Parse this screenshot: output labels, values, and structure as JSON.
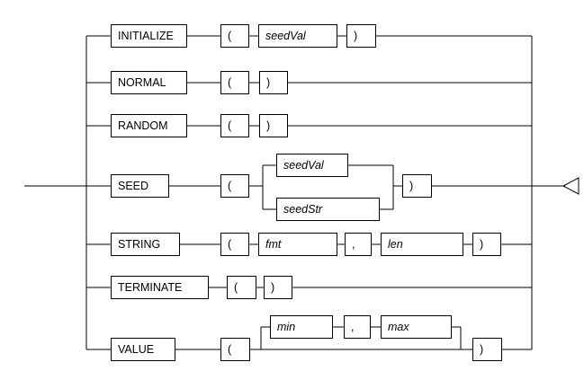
{
  "diagram": {
    "title": "random-function-syntax-railroad-diagram",
    "type": "railroad-syntax-diagram",
    "colors": {
      "line": "#000000",
      "box_border": "#000000",
      "background": "#ffffff",
      "text": "#000000"
    },
    "entry_arrow": "left-entry-line",
    "exit_arrow": "right-exit-arrowhead",
    "alternatives": [
      {
        "id": "initialize",
        "nodes": [
          {
            "label": "INITIALIZE",
            "kind": "terminal"
          },
          {
            "label": "(",
            "kind": "punct"
          },
          {
            "label": "seedVal",
            "kind": "nonterminal"
          },
          {
            "label": ")",
            "kind": "punct"
          }
        ]
      },
      {
        "id": "normal",
        "nodes": [
          {
            "label": "NORMAL",
            "kind": "terminal"
          },
          {
            "label": "(",
            "kind": "punct"
          },
          {
            "label": ")",
            "kind": "punct"
          }
        ]
      },
      {
        "id": "random",
        "nodes": [
          {
            "label": "RANDOM",
            "kind": "terminal"
          },
          {
            "label": "(",
            "kind": "punct"
          },
          {
            "label": ")",
            "kind": "punct"
          }
        ]
      },
      {
        "id": "seed",
        "nodes": [
          {
            "label": "SEED",
            "kind": "terminal"
          },
          {
            "label": "(",
            "kind": "punct"
          },
          {
            "label": "seedVal",
            "kind": "nonterminal"
          },
          {
            "label": "seedStr",
            "kind": "nonterminal"
          },
          {
            "label": ")",
            "kind": "punct"
          }
        ],
        "choice": [
          "seedVal",
          "seedStr"
        ]
      },
      {
        "id": "string",
        "nodes": [
          {
            "label": "STRING",
            "kind": "terminal"
          },
          {
            "label": "(",
            "kind": "punct"
          },
          {
            "label": "fmt",
            "kind": "nonterminal"
          },
          {
            "label": ",",
            "kind": "punct"
          },
          {
            "label": "len",
            "kind": "nonterminal"
          },
          {
            "label": ")",
            "kind": "punct"
          }
        ]
      },
      {
        "id": "terminate",
        "nodes": [
          {
            "label": "TERMINATE",
            "kind": "terminal"
          },
          {
            "label": "(",
            "kind": "punct"
          },
          {
            "label": ")",
            "kind": "punct"
          }
        ]
      },
      {
        "id": "value",
        "nodes": [
          {
            "label": "VALUE",
            "kind": "terminal"
          },
          {
            "label": "(",
            "kind": "punct"
          },
          {
            "label": "min",
            "kind": "nonterminal"
          },
          {
            "label": ",",
            "kind": "punct"
          },
          {
            "label": "max",
            "kind": "nonterminal"
          },
          {
            "label": ")",
            "kind": "punct"
          }
        ],
        "optional_group": [
          "min",
          ",",
          "max"
        ]
      }
    ]
  }
}
